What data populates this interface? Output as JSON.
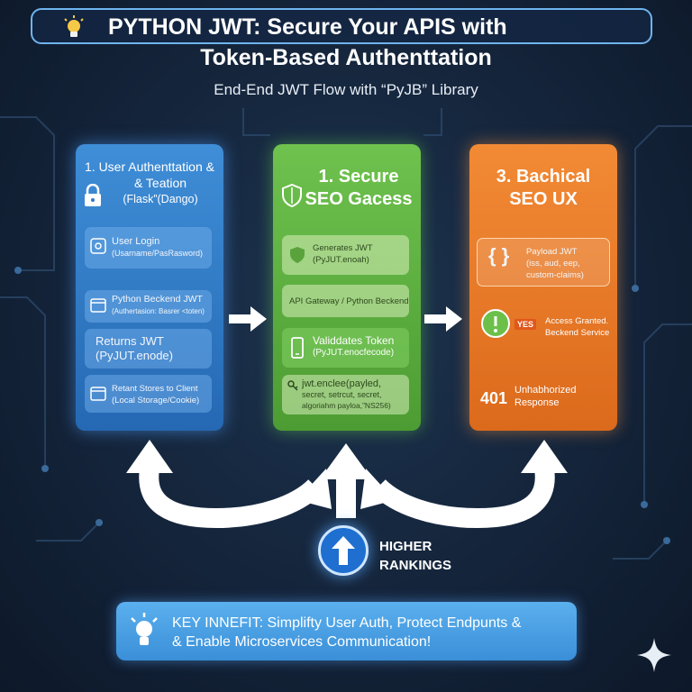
{
  "header": {
    "title_line1": "PYTHON JWT: Secure Your APIS with",
    "title_line2": "Token-Based Authenttation",
    "subtitle": "End-End JWT Flow with “PyJB” Library"
  },
  "columns": [
    {
      "title_line1": "1. User Authenttation &",
      "title_line2": "& Teation",
      "title_line3": "(Flask”(Dango)",
      "steps": [
        {
          "line1": "User Login",
          "line2": "(Usarname/PasRasword)"
        },
        {
          "line1": "Python Beckend JWT",
          "line2": "(Authertasion: Basrer <toten)"
        },
        {
          "line1": "Returns JWT",
          "line2": "(PyJUT.enode)"
        },
        {
          "line1": "Retant Stores to Client",
          "line2": "(Local Storage/Cookie)"
        }
      ]
    },
    {
      "title_line1": "1. Secure",
      "title_line2": "SEO Gacess",
      "steps": [
        {
          "line1": "Generates JWT",
          "line2": "(PyJUT.enoah)"
        },
        {
          "line1": "API Gateway / Python Beckend",
          "line2": ""
        },
        {
          "line1": "Validdates Token",
          "line2": "(PyJUT.enocfecode)"
        },
        {
          "line1": "jwt.enclee(payled,",
          "line2": "secret, setrcut, secret,",
          "line3": "algoriahm payloa,”NS256)"
        }
      ]
    },
    {
      "title_line1": "3. Bachical",
      "title_line2": "SEO UX",
      "steps": [
        {
          "line1": "Payload JWT",
          "line2": "(iss, aud, eep,",
          "line3": "custom-claims)"
        },
        {
          "badge": "YES",
          "line1": "Access Granted.",
          "line2": "Beckend Service"
        },
        {
          "code": "401",
          "line1": "Unhabhorized",
          "line2": "Response"
        }
      ]
    }
  ],
  "ranking": {
    "line1": "HIGHER",
    "line2": "RANKINGS"
  },
  "key_benefit": {
    "line1": "KEY INNEFIT: Simplifty User Auth, Protect Endpunts &",
    "line2": "& Enable Microservices Communication!"
  },
  "icons": [
    "lightbulb-icon",
    "padlock-icon",
    "shield-icon",
    "key-icon",
    "browser-window-icon",
    "mobile-phone-icon",
    "braces-icon",
    "check-circle-icon",
    "up-arrow-icon",
    "sparkle-icon"
  ],
  "colors": {
    "blue_column": "#3a83cf",
    "green_column": "#5fb040",
    "orange_column": "#ea7a28",
    "background": "#14243a"
  }
}
